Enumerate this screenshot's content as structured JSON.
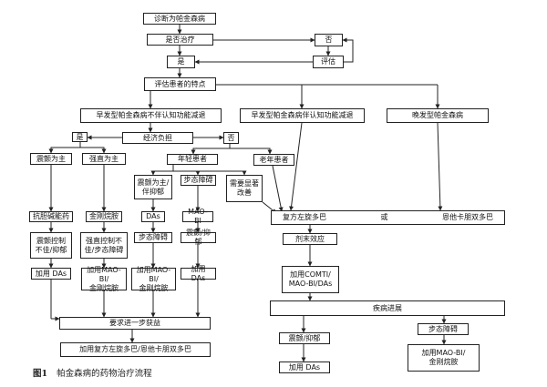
{
  "diagram": {
    "nodes": {
      "diagnosis": "诊断为帕金森病",
      "need_treatment": "是否治疗",
      "no": "否",
      "evaluate": "评估",
      "yes": "是",
      "assess_features": "评估患者的特点",
      "early_no_cognitive": "早发型帕金森病不伴认知功能减退",
      "early_with_cognitive": "早发型帕金森病伴认知功能减退",
      "late_onset": "晚发型帕金森病",
      "yes2": "是",
      "economic_burden": "经济负担",
      "no2": "否",
      "tremor_main_left": "震颤为主",
      "rigidity_main": "强直为主",
      "young_patient": "年轻患者",
      "elderly_patient": "老年患者",
      "tremor_with_depression": "震颤为主/\n伴抑郁",
      "gait_disorder": "步态障碍",
      "significant_improvement": "需要显著\n改善",
      "anticholinergic": "抗胆碱能药",
      "amantadine": "金刚烷胺",
      "das_1": "DAs",
      "mao_bi_1": "MAO-BI",
      "levodopa_right": "复方左旋多巴",
      "or": "或",
      "entacapone_levodopa": "恩他卡朋双多巴",
      "tremor_control_poor": "震颤控制\n不佳/抑郁",
      "rigidity_control_poor": "强直控制不\n佳/步态障碍",
      "gait_disorder_2": "步态障碍",
      "tremor_depression": "震颤/抑郁",
      "wearing_off": "剂末效应",
      "add_das_1": "加用 DAs",
      "add_mao_amantadine_1": "加用MAO-BI/\n金刚烷胺",
      "add_mao_amantadine_2": "加用MAO-BI/\n金刚烷胺",
      "add_das_2": "加用 DAs",
      "add_comti": "加用COMTI/\nMAO-BI/DAs",
      "further_benefit": "要求进一步获益",
      "add_levodopa_entacapone": "加用复方左旋多巴/恩他卡朋双多巴",
      "disease_progression": "疾病进展",
      "tremor_depression_2": "震颤/抑郁",
      "gait_disorder_3": "步态障碍",
      "add_das_3": "加用 DAs",
      "add_mao_amantadine_3": "加用MAO-BI/\n金刚烷胺"
    },
    "caption": {
      "figure": "图1",
      "title": "帕金森病的药物治疗流程"
    }
  }
}
